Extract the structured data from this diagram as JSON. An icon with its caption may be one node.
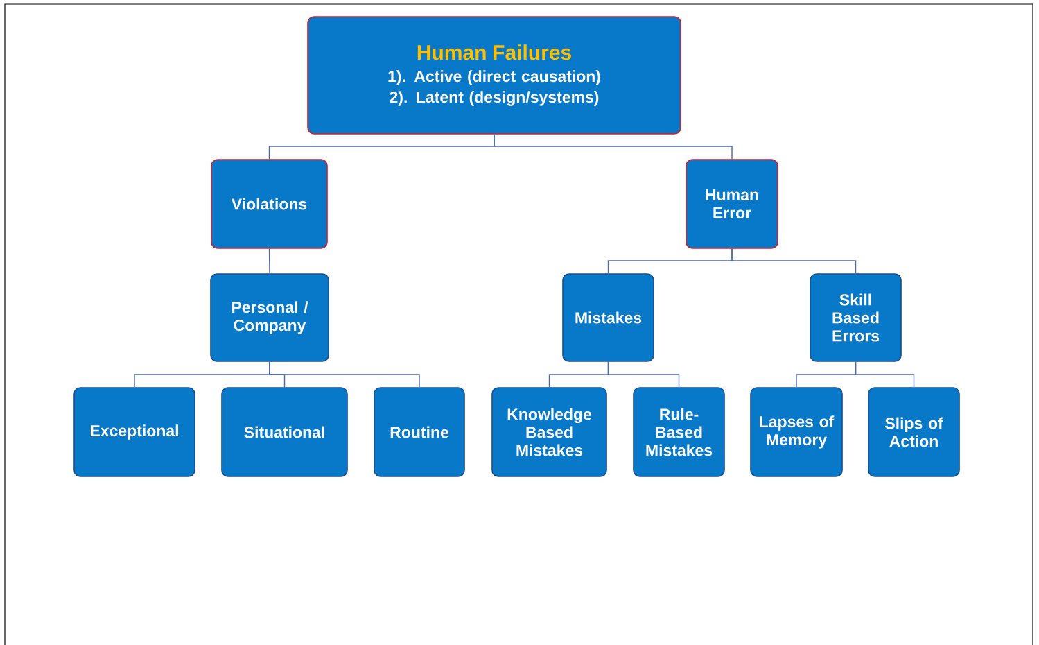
{
  "diagram": {
    "nodes": [
      {
        "text": [
          "Human Failures",
          "1). Active (direct causation)",
          "2). Latent (design/systems)"
        ]
      },
      {
        "text": [
          "Violations"
        ]
      },
      {
        "text": [
          "Human Error"
        ]
      },
      {
        "text": [
          "Personal / Company"
        ]
      },
      {
        "text": [
          "Mistakes"
        ]
      },
      {
        "text": [
          "Skill Based Errors"
        ]
      },
      {
        "text": [
          "Exceptional"
        ]
      },
      {
        "text": [
          "Situational"
        ]
      },
      {
        "text": [
          "Routine"
        ]
      },
      {
        "text": [
          "Knowledge Based Mistakes"
        ]
      },
      {
        "text": [
          "Rule-Based Mistakes"
        ]
      },
      {
        "text": [
          "Lapses of Memory"
        ]
      },
      {
        "text": [
          "Slips of Action"
        ]
      }
    ],
    "edges": [
      {
        "from": 0,
        "to": 1,
        "arrow": "none"
      },
      {
        "from": 0,
        "to": 2,
        "arrow": "none"
      },
      {
        "from": 1,
        "to": 3,
        "arrow": "none"
      },
      {
        "from": 2,
        "to": 4,
        "arrow": "none"
      },
      {
        "from": 2,
        "to": 5,
        "arrow": "none"
      },
      {
        "from": 3,
        "to": 6,
        "arrow": "none"
      },
      {
        "from": 3,
        "to": 7,
        "arrow": "none"
      },
      {
        "from": 3,
        "to": 8,
        "arrow": "none"
      },
      {
        "from": 4,
        "to": 9,
        "arrow": "none"
      },
      {
        "from": 4,
        "to": 10,
        "arrow": "none"
      },
      {
        "from": 5,
        "to": 11,
        "arrow": "none"
      },
      {
        "from": 5,
        "to": 12,
        "arrow": "none"
      }
    ]
  }
}
